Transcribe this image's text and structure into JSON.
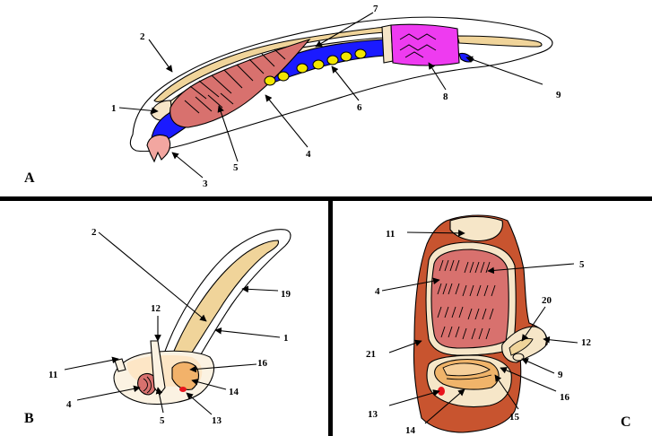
{
  "panels": [
    {
      "letter": "A",
      "labels": [
        "1",
        "2",
        "3",
        "4",
        "5",
        "6",
        "7",
        "8",
        "9"
      ]
    },
    {
      "letter": "B",
      "labels": [
        "1",
        "2",
        "4",
        "5",
        "11",
        "12",
        "13",
        "14",
        "16",
        "19"
      ]
    },
    {
      "letter": "C",
      "labels": [
        "4",
        "5",
        "9",
        "11",
        "12",
        "13",
        "14",
        "15",
        "16",
        "20",
        "21"
      ]
    }
  ],
  "colors": {
    "muscle": "#d8716e",
    "blue_organ": "#1a1aff",
    "magenta_organ": "#ee3bf0",
    "yellow_eggs": "#f2e600",
    "cartilage_pale": "#f6e6c8",
    "band_tan": "#f0d49a",
    "capsule_red": "#c8542f",
    "pink_papilla": "#f2a6a0",
    "red_spot": "#e8141c",
    "divider": "#000000"
  }
}
